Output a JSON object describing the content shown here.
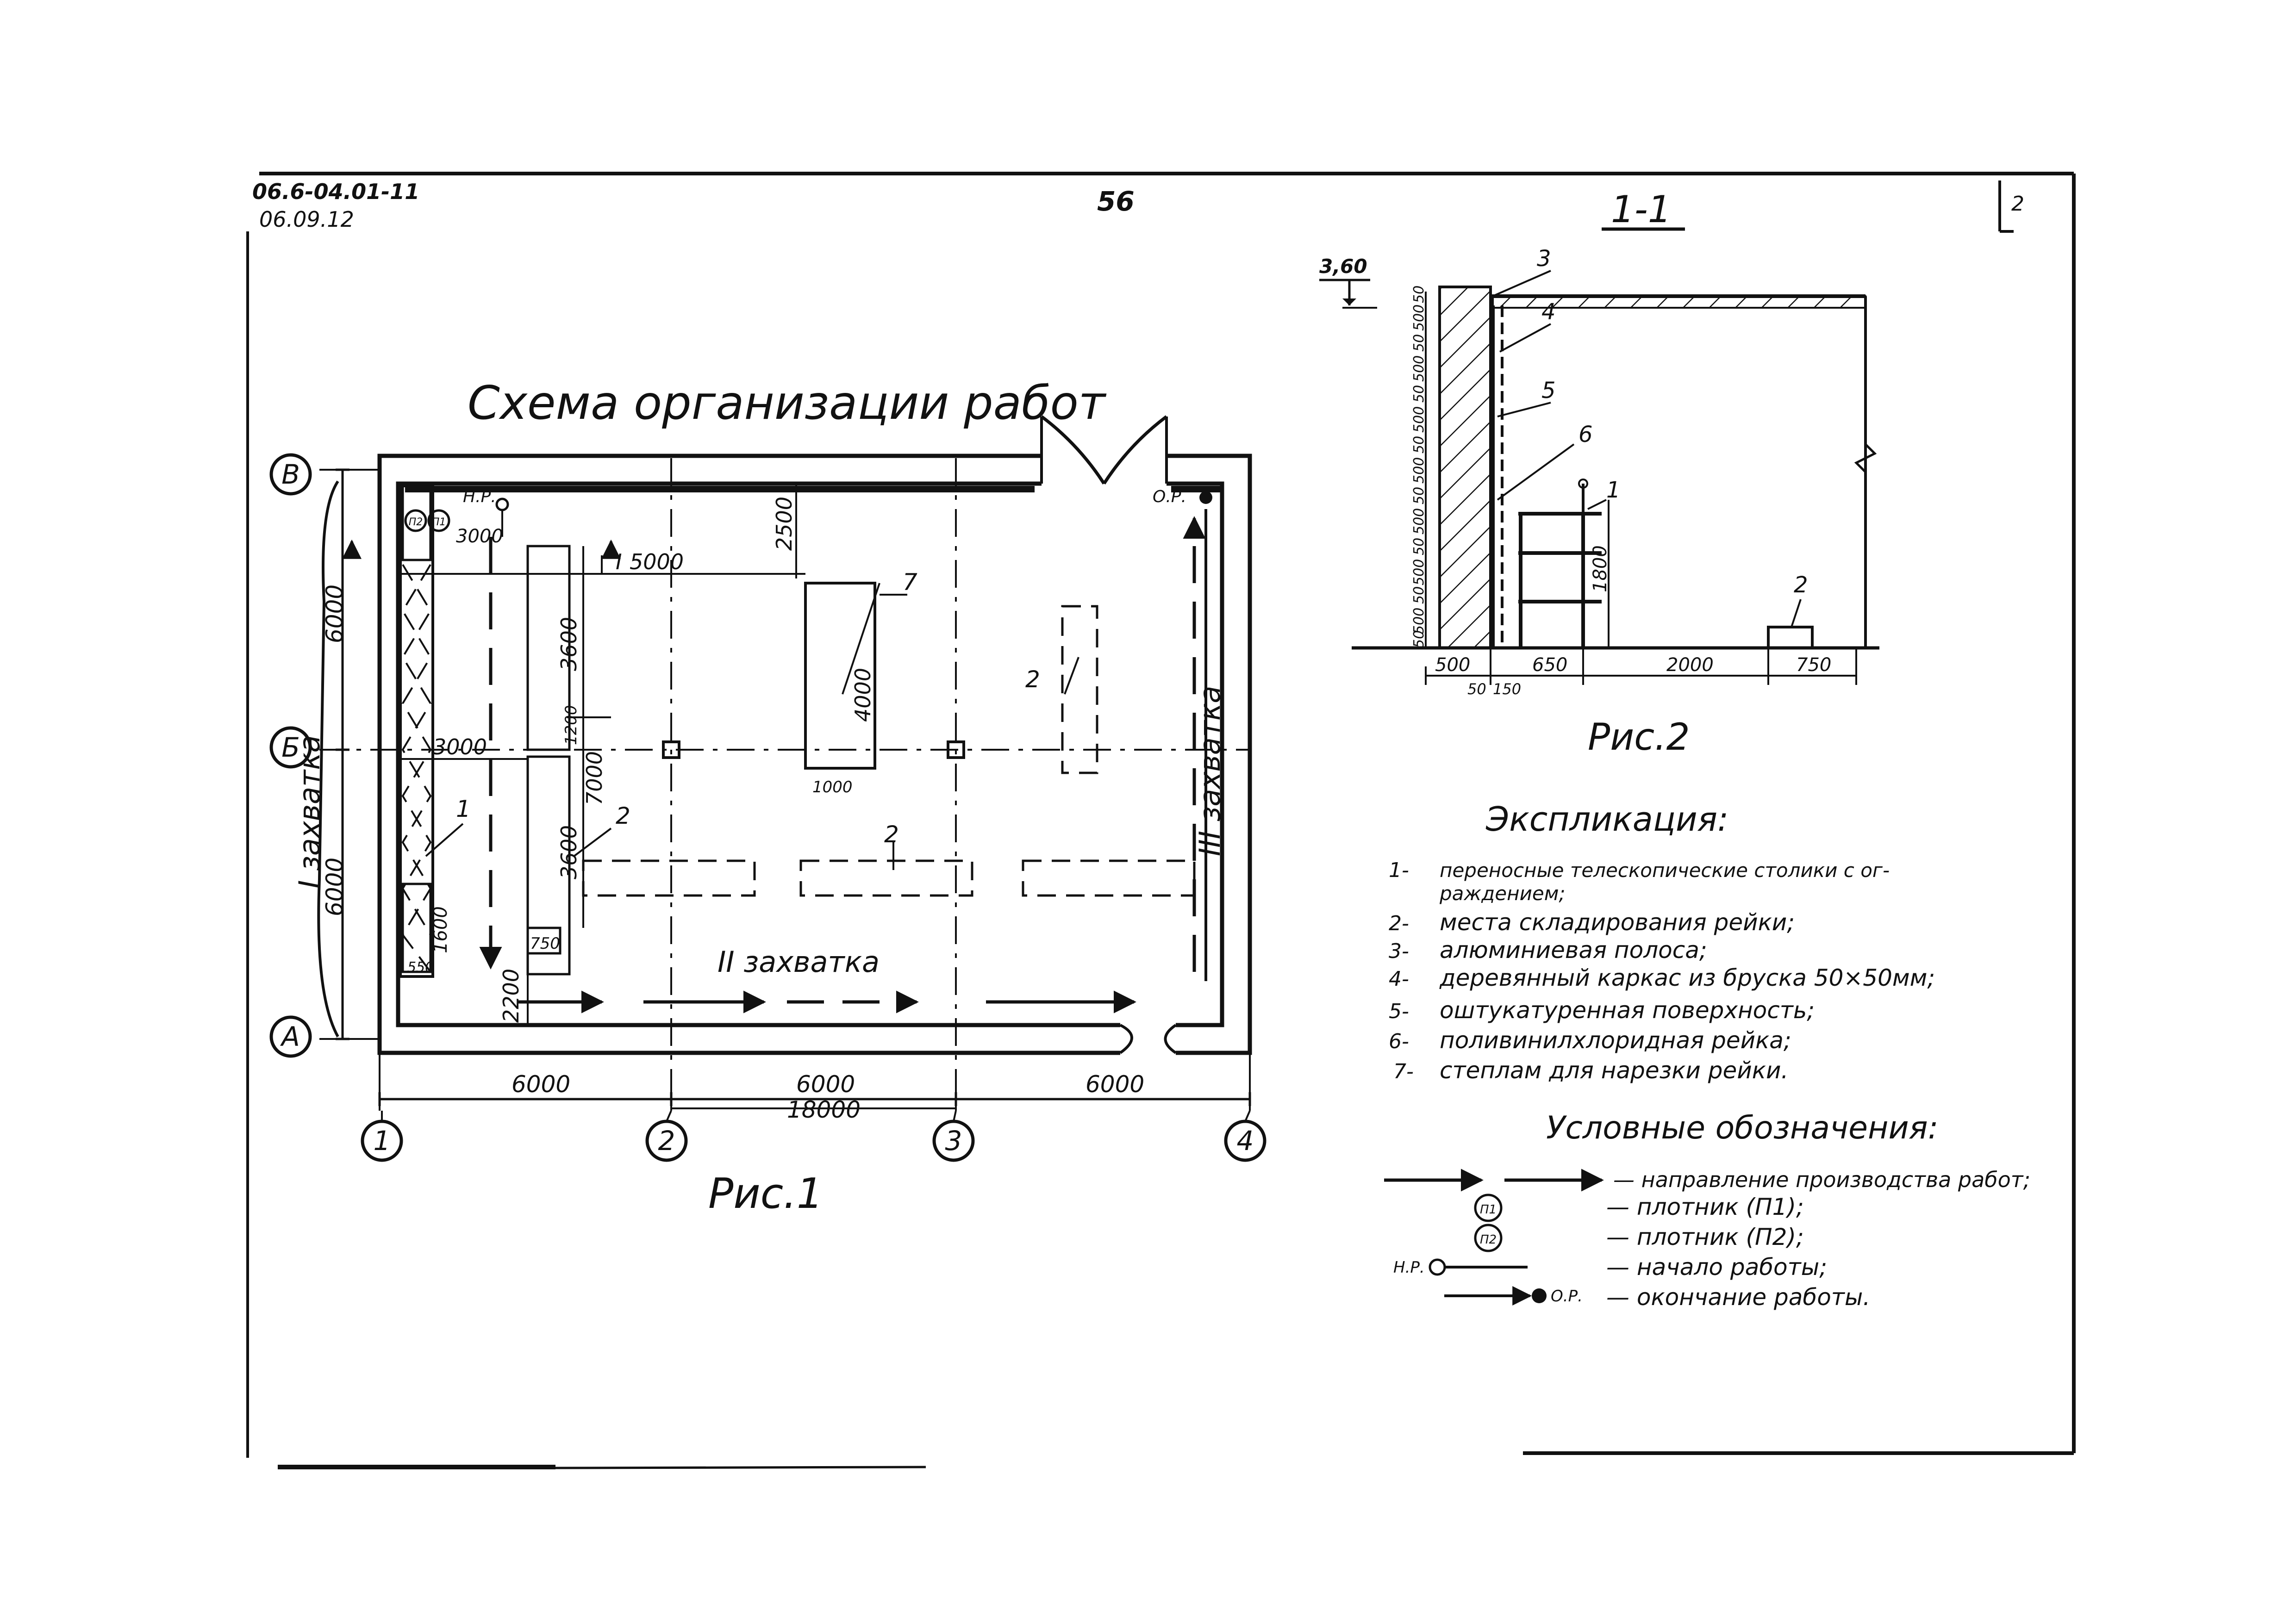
{
  "sheet": {
    "code_line1": "06.6-04.01-11",
    "code_line2": "06.09.12",
    "page_number": "56",
    "corner_mark": "2"
  },
  "fig1": {
    "title": "Схема  организации работ",
    "caption": "Рис.1",
    "axes_letters": [
      "В",
      "Б",
      "А"
    ],
    "axes_numbers": [
      "1",
      "2",
      "3",
      "4"
    ],
    "zone1": "I захватка",
    "zone2": "II захватка",
    "zone3": "III захватка",
    "dims": {
      "bay1": "6000",
      "bay2": "6000",
      "bay3": "6000",
      "total": "18000",
      "v_upper": "6000",
      "v_lower": "6000",
      "d5000": "5000",
      "d3000a": "3000",
      "d3000b": "3000",
      "d3600a": "3600",
      "d3600b": "3600",
      "d7000": "7000",
      "d1200": "1200",
      "d2500": "2500",
      "d4000": "4000",
      "d1000": "1000",
      "d750": "750",
      "d1600": "1600",
      "d550": "550",
      "d2200": "2200"
    },
    "marks": {
      "section": "I",
      "n1": "П1",
      "n2": "П2",
      "start": "Н.Р.",
      "end": "О.Р.",
      "item1": "1",
      "item2a": "2",
      "item2b": "2",
      "item2c": "2",
      "item7": "7"
    }
  },
  "fig2": {
    "section_title": "1-1",
    "caption": "Рис.2",
    "level": "3,60",
    "items": [
      "3",
      "4",
      "5",
      "6",
      "1",
      "2"
    ],
    "left_dims": [
      "50",
      "500",
      "50",
      "500",
      "50",
      "500",
      "50",
      "500",
      "50",
      "500",
      "50",
      "500",
      "50",
      "500",
      "50"
    ],
    "height_dim": "1800",
    "bottom_dims": [
      "500",
      "650",
      "2000",
      "750"
    ],
    "bottom_small": [
      "50",
      "150"
    ]
  },
  "explication": {
    "title": "Экспликация:",
    "items": [
      {
        "num": "1-",
        "line1": "переносные телескопические столики с ог-",
        "line2": "раждением;"
      },
      {
        "num": "2-",
        "line1": "места складирования рейки;"
      },
      {
        "num": "3-",
        "line1": "алюминиевая полоса;"
      },
      {
        "num": "4-",
        "line1": "деревянный каркас из бруска 50×50мм;"
      },
      {
        "num": "5-",
        "line1": "оштукатуренная поверхность;"
      },
      {
        "num": "6-",
        "line1": "поливинилхлоридная рейка;"
      },
      {
        "num": "7-",
        "line1": "степлам для нарезки рейки."
      }
    ]
  },
  "legend": {
    "title": "Условные обозначения:",
    "items": [
      {
        "symbol": "arrow",
        "text": "— направление производства работ;"
      },
      {
        "symbol": "П1",
        "text": "— плотник   (П1);"
      },
      {
        "symbol": "П2",
        "text": "— плотник   (П2);"
      },
      {
        "symbol": "Н.Р.",
        "text": "— начало работы;"
      },
      {
        "symbol": "О.Р.",
        "text": "— окончание работы."
      }
    ]
  }
}
